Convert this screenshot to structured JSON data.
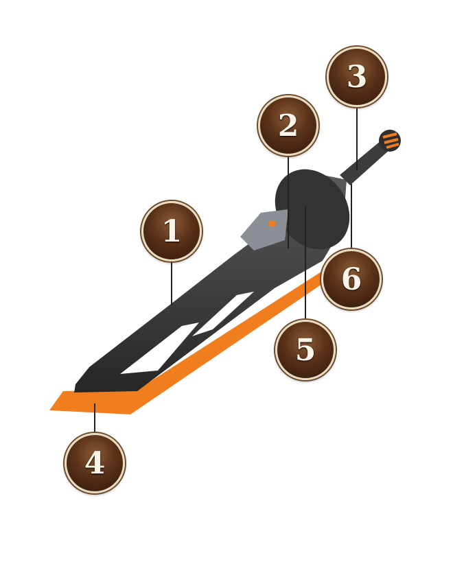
{
  "callouts": [
    {
      "label": "1"
    },
    {
      "label": "2"
    },
    {
      "label": "3"
    },
    {
      "label": "4"
    },
    {
      "label": "5"
    },
    {
      "label": "6"
    }
  ],
  "colors": {
    "blade_edge": "#f07d1e",
    "body": "#3a3a3a",
    "marker": "#4a2812",
    "ring": "#e9dcc2"
  }
}
